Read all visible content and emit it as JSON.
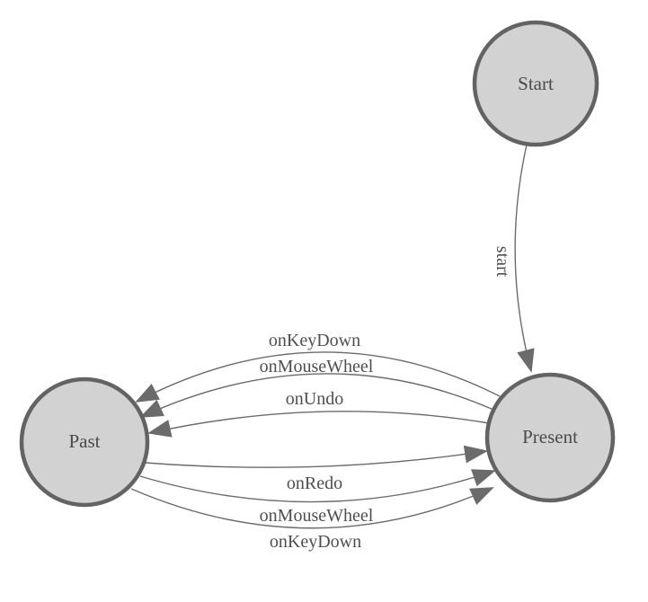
{
  "diagram": {
    "type": "state-machine",
    "background": "#ffffff",
    "colors": {
      "node_fill": "#d2d2d2",
      "node_border": "#636363",
      "edge_line": "#6b6b6b",
      "arrow_fill": "#6b6b6b",
      "label_text": "#4f4f4f"
    },
    "nodes": [
      {
        "id": "start",
        "label": "Start"
      },
      {
        "id": "present",
        "label": "Present"
      },
      {
        "id": "past",
        "label": "Past"
      }
    ],
    "edges": [
      {
        "from": "start",
        "to": "present",
        "label": "start"
      },
      {
        "from": "present",
        "to": "past",
        "label": "onKeyDown"
      },
      {
        "from": "present",
        "to": "past",
        "label": "onMouseWheel"
      },
      {
        "from": "present",
        "to": "past",
        "label": "onUndo"
      },
      {
        "from": "past",
        "to": "present",
        "label": "onRedo"
      },
      {
        "from": "past",
        "to": "present",
        "label": "onMouseWheel"
      },
      {
        "from": "past",
        "to": "present",
        "label": "onKeyDown"
      }
    ]
  }
}
